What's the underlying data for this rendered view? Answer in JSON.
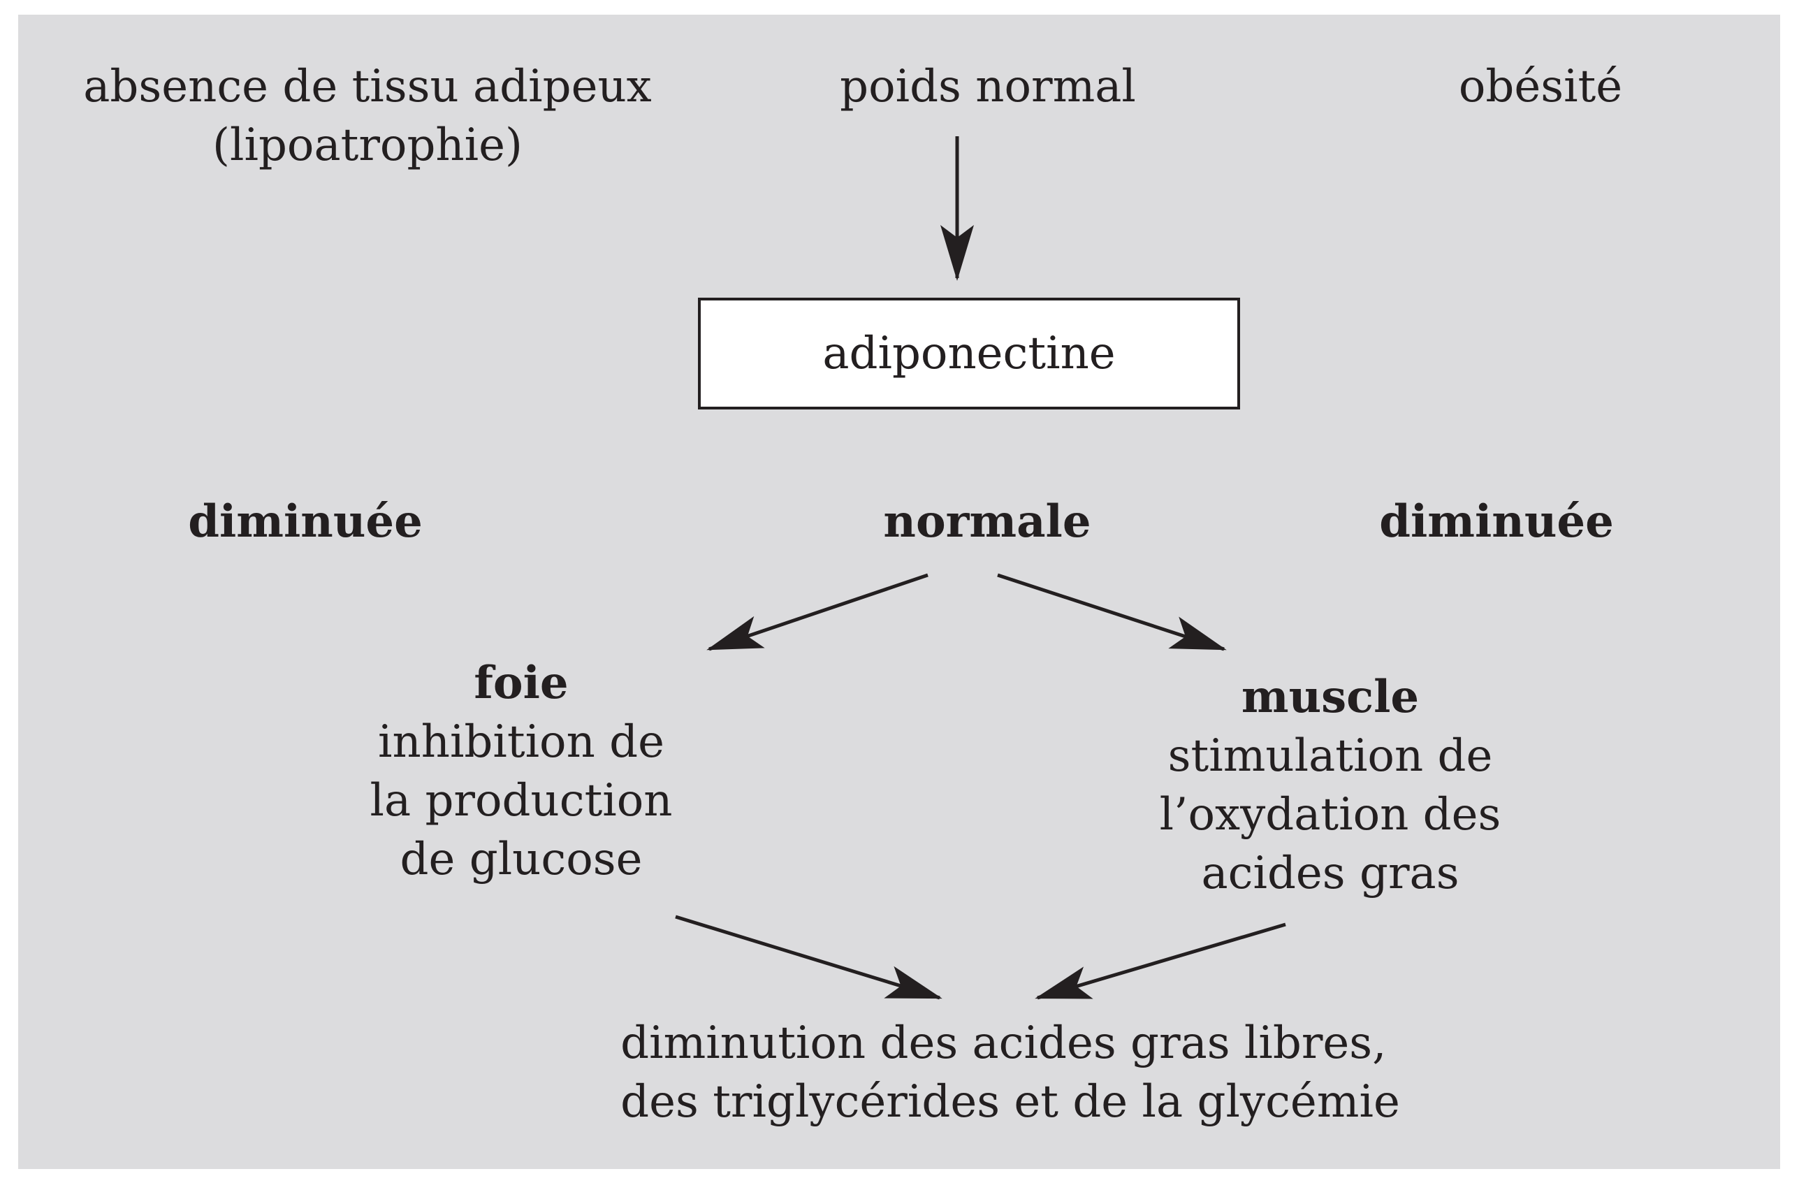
{
  "diagram": {
    "top_labels": {
      "left": [
        "absence de tissu adipeux",
        "(lipoatrophie)"
      ],
      "center": "poids normal",
      "right": "obésité"
    },
    "central_box": "adiponectine",
    "levels": {
      "left": "diminuée",
      "center": "normale",
      "right": "diminuée"
    },
    "liver": {
      "title": "foie",
      "lines": [
        "inhibition de",
        "la production",
        "de glucose"
      ]
    },
    "muscle": {
      "title": "muscle",
      "lines": [
        "stimulation de",
        "l’oxydation des",
        "acides gras"
      ]
    },
    "outcome": [
      "diminution des acides gras libres,",
      "des triglycérides et de la glycémie"
    ]
  },
  "colors": {
    "background": "#dcdcde",
    "ink": "#231f20",
    "box_fill": "#ffffff"
  }
}
